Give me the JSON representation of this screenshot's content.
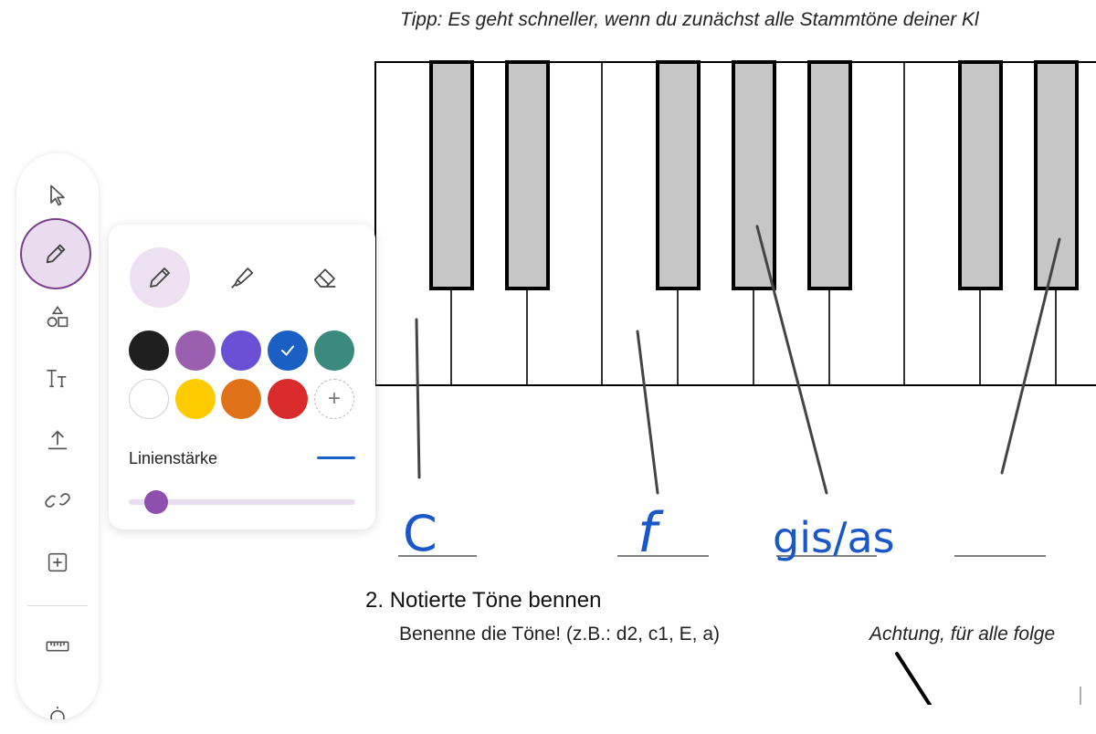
{
  "document": {
    "tip": "Tipp: Es geht schneller, wenn du zunächst alle Stammtöne deiner Kl",
    "section_number": "2.",
    "section_title": "Notierte Töne bennen",
    "section_desc": "Benenne die Töne! (z.B.: d2, c1, E, a)",
    "note": "Achtung, für alle folge",
    "answers": [
      "C",
      "f",
      "gis/as"
    ]
  },
  "toolbar": {
    "tools": [
      {
        "icon": "cursor-icon"
      },
      {
        "icon": "pen-icon",
        "active": true
      },
      {
        "icon": "shapes-icon"
      },
      {
        "icon": "text-icon"
      },
      {
        "icon": "upload-icon"
      },
      {
        "icon": "link-icon"
      },
      {
        "icon": "add-box-icon"
      },
      {
        "icon": "ruler-icon"
      }
    ]
  },
  "pen_panel": {
    "types": [
      "pen",
      "highlighter",
      "eraser"
    ],
    "selected_type": "pen",
    "colors": [
      "#1f1f1f",
      "#9b5fb0",
      "#6b4fd4",
      "#1a5fc4",
      "#3b8a80",
      "#ffffff",
      "#fecb00",
      "#e0731a",
      "#d92b2b"
    ],
    "selected_color": "#1a5fc4",
    "line_width_label": "Linienstärke",
    "line_width_value": 0.12
  }
}
